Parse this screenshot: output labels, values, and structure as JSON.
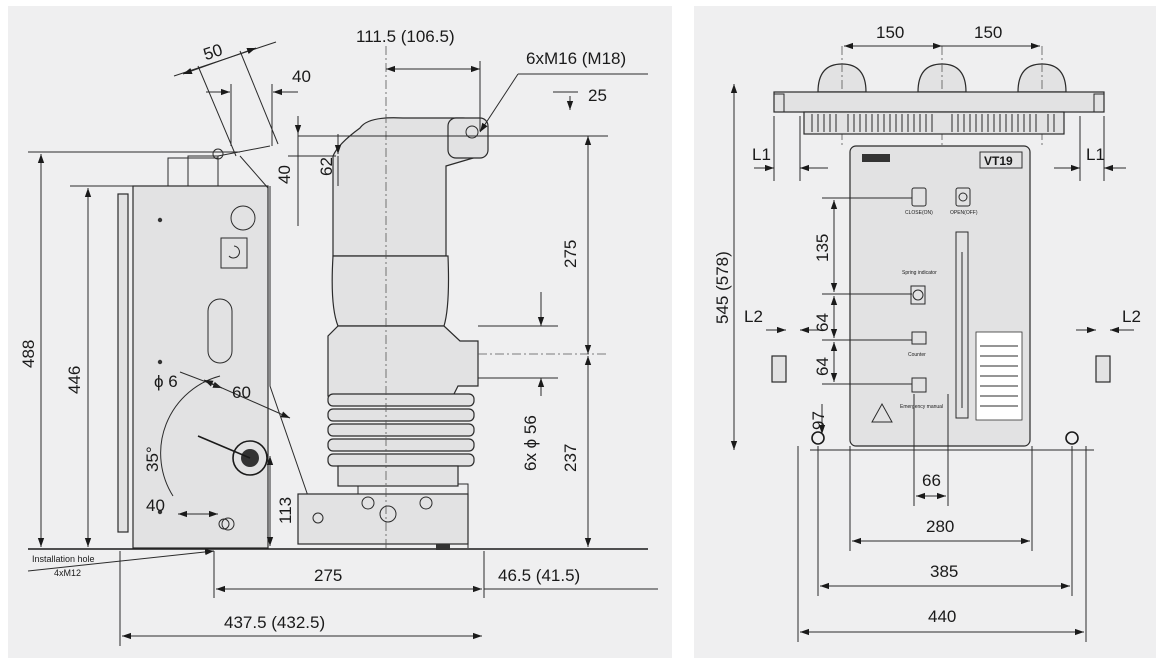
{
  "left_view": {
    "dimensions": {
      "d50": "50",
      "d40_top": "40",
      "d111_5": "111.5 (106.5)",
      "d6xM16": "6xM16 (M18)",
      "d25": "25",
      "d62": "62",
      "d40_v": "40",
      "d275_v": "275",
      "d488": "488",
      "d446": "446",
      "phi6": "ϕ 6",
      "d60": "60",
      "d35deg": "35°",
      "d40_bottom": "40",
      "d113": "113",
      "d6xphi56": "6x ϕ 56",
      "d237": "237",
      "d275_h": "275",
      "d46_5": "46.5 (41.5)",
      "d437_5": "437.5 (432.5)"
    },
    "labels": {
      "installation_hole": "Installation hole",
      "installation_hole_spec": "4xM12"
    }
  },
  "right_view": {
    "dimensions": {
      "d150a": "150",
      "d150b": "150",
      "L1_left": "L1",
      "L1_right": "L1",
      "d545": "545 (578)",
      "d135": "135",
      "L2_left": "L2",
      "L2_right": "L2",
      "d64a": "64",
      "d64b": "64",
      "d97": "97",
      "d66": "66",
      "d280": "280",
      "d385": "385",
      "d440": "440"
    },
    "labels": {
      "model": "VT19",
      "close_btn": "CLOSE(ON)",
      "open_btn": "OPEN(OFF)",
      "indicator": "Spring indicator",
      "counter": "Counter",
      "emergency": "Emergency manual"
    }
  }
}
